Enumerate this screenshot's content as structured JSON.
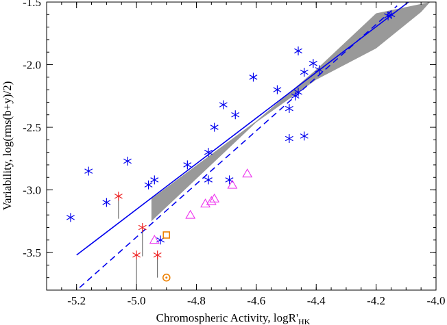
{
  "chart_data": {
    "type": "scatter",
    "title": "",
    "xlabel": "Chromospheric Activity,  logR'",
    "xlabel_sub": "HK",
    "ylabel": "Variability, log(rms(b+y)/2)",
    "xlim": [
      -5.3,
      -4.0
    ],
    "ylim": [
      -3.8,
      -1.5
    ],
    "xticks": [
      -5.2,
      -5.0,
      -4.8,
      -4.6,
      -4.4,
      -4.2,
      -4.0
    ],
    "xtick_labels": [
      "-5.2",
      "-5.0",
      "-4.8",
      "-4.6",
      "-4.4",
      "-4.2",
      "-4.0"
    ],
    "yticks": [
      -3.5,
      -3.0,
      -2.5,
      -2.0,
      -1.5
    ],
    "ytick_labels": [
      "-3.5",
      "-3.0",
      "-2.5",
      "-2.0",
      "-1.5"
    ],
    "colors": {
      "blue": "#0000ee",
      "red": "#ee2222",
      "magenta": "#ee33ee",
      "orange": "#ee8000",
      "band": "#999999"
    },
    "series": [
      {
        "marker": "asterisk",
        "color": "#0000ee",
        "points": [
          [
            -5.22,
            -3.22
          ],
          [
            -5.16,
            -2.85
          ],
          [
            -5.1,
            -3.1
          ],
          [
            -5.03,
            -2.77
          ],
          [
            -4.96,
            -2.96
          ],
          [
            -4.94,
            -2.92
          ],
          [
            -4.92,
            -3.4
          ],
          [
            -4.83,
            -2.8
          ],
          [
            -4.76,
            -2.7
          ],
          [
            -4.76,
            -2.92
          ],
          [
            -4.74,
            -2.5
          ],
          [
            -4.71,
            -2.32
          ],
          [
            -4.69,
            -2.92
          ],
          [
            -4.67,
            -2.4
          ],
          [
            -4.61,
            -2.1
          ],
          [
            -4.53,
            -2.2
          ],
          [
            -4.49,
            -2.35
          ],
          [
            -4.49,
            -2.59
          ],
          [
            -4.47,
            -2.25
          ],
          [
            -4.46,
            -1.89
          ],
          [
            -4.46,
            -2.22
          ],
          [
            -4.44,
            -2.06
          ],
          [
            -4.44,
            -2.57
          ],
          [
            -4.41,
            -1.99
          ],
          [
            -4.39,
            -2.04
          ],
          [
            -4.16,
            -1.61
          ],
          [
            -4.15,
            -1.6
          ]
        ]
      },
      {
        "marker": "asterisk",
        "color": "#ee2222",
        "points": [
          [
            -5.06,
            -3.05
          ],
          [
            -5.0,
            -3.52
          ],
          [
            -4.98,
            -3.3
          ],
          [
            -4.93,
            -3.52
          ]
        ],
        "drop_line_to_y": [
          -3.23,
          -3.9,
          -3.53,
          -3.7
        ]
      },
      {
        "marker": "triangle",
        "color": "#ee33ee",
        "points": [
          [
            -4.94,
            -3.4
          ],
          [
            -4.82,
            -3.2
          ],
          [
            -4.77,
            -3.11
          ],
          [
            -4.75,
            -3.09
          ],
          [
            -4.74,
            -3.07
          ],
          [
            -4.68,
            -2.96
          ],
          [
            -4.63,
            -2.87
          ]
        ]
      },
      {
        "marker": "square",
        "color": "#ee8000",
        "points": [
          [
            -4.9,
            -3.36
          ]
        ]
      },
      {
        "marker": "sun",
        "color": "#ee8000",
        "points": [
          [
            -4.9,
            -3.7
          ]
        ]
      }
    ],
    "fit_line": {
      "style": "solid",
      "color": "#0000ee",
      "from": [
        -5.2,
        -3.52
      ],
      "to": [
        -4.07,
        -1.46
      ]
    },
    "reference_line": {
      "style": "dashed",
      "color": "#0000ee",
      "from": [
        -5.19,
        -3.78
      ],
      "to": [
        -4.13,
        -1.53
      ]
    },
    "confidence_band": {
      "upper": [
        [
          -4.95,
          -3.07
        ],
        [
          -4.6,
          -2.45
        ],
        [
          -4.4,
          -2.04
        ],
        [
          -4.2,
          -1.59
        ],
        [
          -4.02,
          -1.5
        ]
      ],
      "lower": [
        [
          -4.95,
          -3.25
        ],
        [
          -4.6,
          -2.46
        ],
        [
          -4.4,
          -2.12
        ],
        [
          -4.2,
          -1.87
        ],
        [
          -4.05,
          -1.58
        ]
      ]
    }
  }
}
